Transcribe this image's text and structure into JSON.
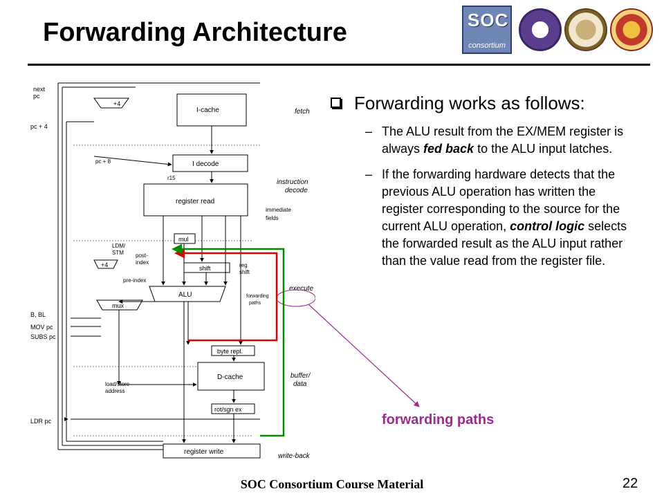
{
  "slide": {
    "title": "Forwarding Architecture",
    "page_number": "22",
    "footer": "SOC Consortium Course Material",
    "forwarding_label": "forwarding paths"
  },
  "logos": {
    "soc_text": "SOC",
    "soc_sub": "consortium"
  },
  "bullet": {
    "main": "Forwarding works as follows:",
    "subs": [
      [
        "The ALU result from the EX/MEM register is always ",
        "fed back",
        " to the ALU input latches."
      ],
      [
        "If the forwarding hardware detects that the previous ALU operation has written the register corresponding to the source for the current ALU operation, ",
        "control logic",
        " selects the forwarded result as the ALU input rather than the value read from the register file."
      ]
    ]
  },
  "diagram": {
    "blocks": {
      "icache": "I-cache",
      "idecode": "I decode",
      "regread": "register read",
      "mul": "mul",
      "shift": "shift",
      "alu": "ALU",
      "mux": "mux",
      "plus4_top": "+4",
      "plus4_mid": "+4",
      "byterepl": "byte repl.",
      "dcache": "D-cache",
      "rotsgn": "rot/sgn ex",
      "regwrite": "register write"
    },
    "left_labels": {
      "next_pc": "next pc",
      "pc_plus4": "pc + 4",
      "b_bl": "B, BL",
      "mov_pc": "MOV pc",
      "subs_pc": "SUBS pc",
      "ldr_pc": "LDR pc"
    },
    "inner_labels": {
      "pc_plus8": "pc + 8",
      "r15": "r15",
      "ldm_stm": "LDM/ STM",
      "post_index": "post- index",
      "pre_index": "pre-index",
      "reg_shift": "reg shift",
      "immediate_fields": "immediate fields",
      "forwarding_paths": "forwarding paths",
      "load_store_address": "load/store address"
    },
    "stages": {
      "fetch": "fetch",
      "instruction_decode": "instruction decode",
      "execute": "execute",
      "buffer_data": "buffer/ data",
      "write_back": "write-back"
    }
  },
  "colors": {
    "forward_red": "#e00000",
    "forward_green": "#008a00",
    "callout_purple": "#9b2c8f"
  }
}
